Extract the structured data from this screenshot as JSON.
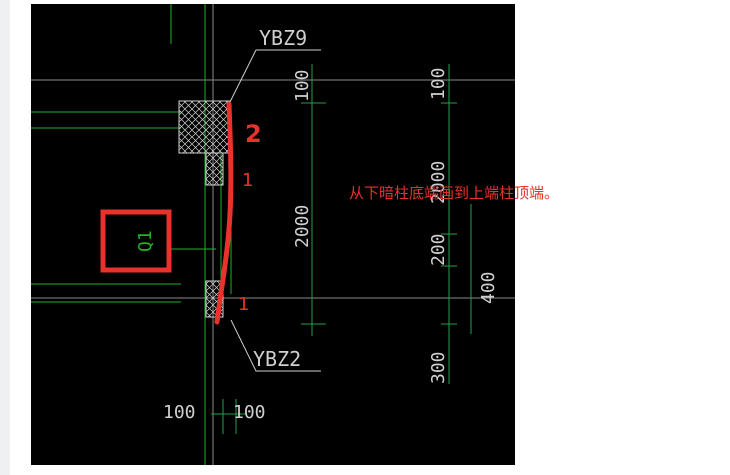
{
  "drawing": {
    "labels": {
      "top_column": "YBZ9",
      "bottom_column": "YBZ2",
      "wall_tag": "Q1",
      "marker_2": "2",
      "marker_1a": "1",
      "marker_1b": "1"
    },
    "dimensions": {
      "top": "100",
      "middle": "2000",
      "bottom_left": "100",
      "bottom_right": "100",
      "right_top": "100",
      "right_mid": "2000",
      "right_200": "200",
      "right_400": "400",
      "right_300": "300"
    },
    "colors": {
      "background": "#000000",
      "grid_line": "#8a8a8a",
      "wall_line": "#23b02a",
      "dim_line": "#22a04a",
      "hatch": "#d0d0d0",
      "text": "#cfcfcf",
      "red_markup": "#e8322b"
    }
  },
  "annotation": {
    "text": "从下暗柱底端画到上端柱顶端。"
  }
}
